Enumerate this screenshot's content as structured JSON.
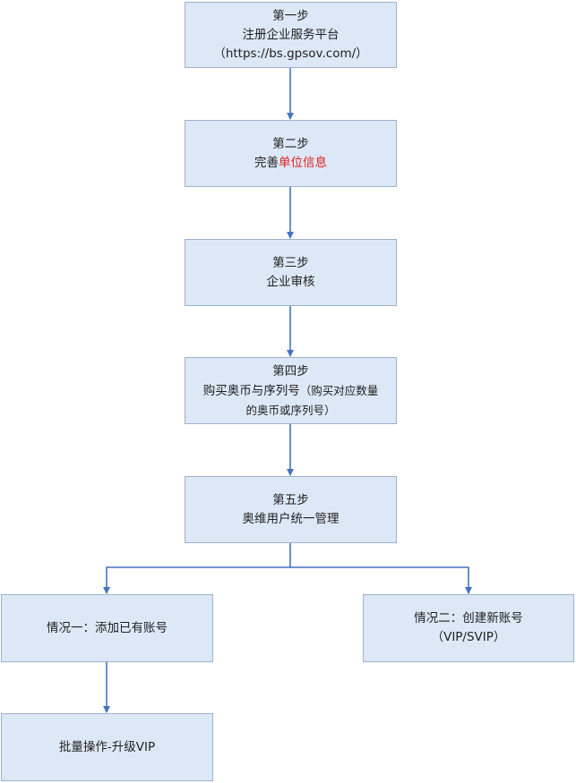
{
  "colors": {
    "box_fill": "#dde8f6",
    "box_border": "#9cb1cf",
    "connector": "#4472c4",
    "highlight": "#e02020"
  },
  "steps": [
    {
      "title": "第一步",
      "line2": "注册企业服务平台",
      "line3": "（https://bs.gpsov.com/）"
    },
    {
      "title": "第二步",
      "line2_prefix": "完善",
      "line2_highlight": "单位信息"
    },
    {
      "title": "第三步",
      "line2": "企业审核"
    },
    {
      "title": "第四步",
      "line2": "购买奥币与序列号",
      "line2_note": "（购买对应数量",
      "line3": "的奥币或序列号）"
    },
    {
      "title": "第五步",
      "line2": "奥维用户统一管理"
    }
  ],
  "cases": [
    {
      "title": "情况一：添加已有账号"
    },
    {
      "title": "情况二：创建新账号",
      "line2": "（VIP/SVIP）"
    }
  ],
  "batch": {
    "title": "批量操作-升级VIP"
  }
}
